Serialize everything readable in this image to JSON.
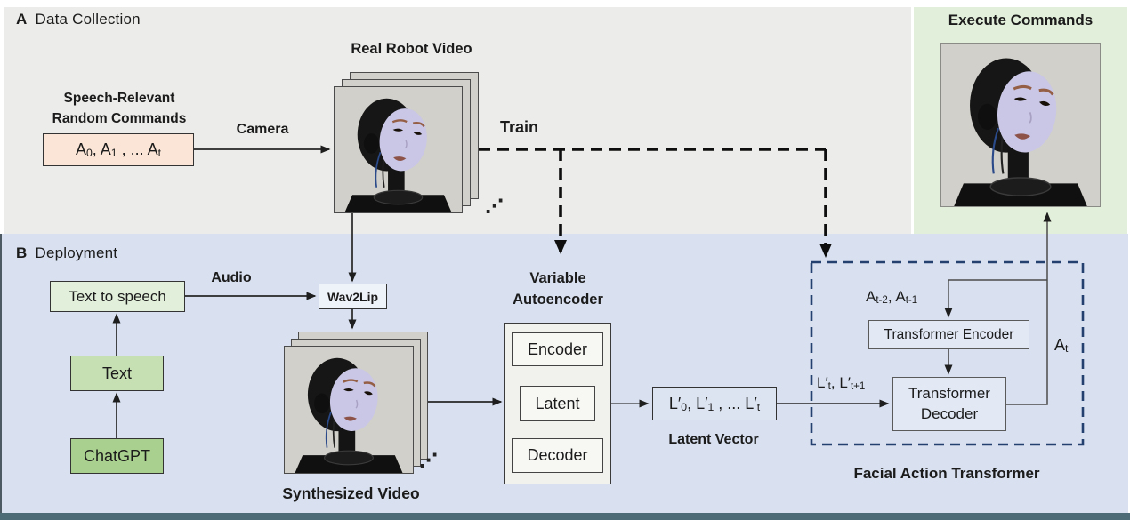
{
  "colors": {
    "section_a_bg": "#ececea",
    "section_b_bg": "#d9e1f1",
    "execute_panel_bg": "#e2efda",
    "commands_box_bg": "#fbe5d6",
    "tts_box_bg": "#e2efda",
    "text_box_bg": "#c6e0b4",
    "chatgpt_box_bg": "#a9d08e",
    "vae_box_bg": "#f1f1ee",
    "transformer_box_bg": "#e2e9f5",
    "fat_dashed_border": "#24406e",
    "bottom_bar": "#4d6b76",
    "robot_face": "#c9c7e5"
  },
  "section_a": {
    "tag": "A",
    "title": "Data Collection",
    "commands_label_line1": "Speech-Relevant",
    "commands_label_line2": "Random Commands",
    "commands_box_segments": [
      {
        "t": "A"
      },
      {
        "t": "0",
        "sub": true
      },
      {
        "t": ", A"
      },
      {
        "t": "1",
        "sub": true
      },
      {
        "t": " , ... A"
      },
      {
        "t": "t",
        "sub": true
      }
    ],
    "camera_label": "Camera",
    "video_label": "Real Robot Video",
    "train_label": "Train",
    "dots": "⋰"
  },
  "execute_panel": {
    "title": "Execute Commands"
  },
  "section_b": {
    "tag": "B",
    "title": "Deployment",
    "tts_label": "Text to speech",
    "audio_label": "Audio",
    "text_label": "Text",
    "chatgpt_label": "ChatGPT",
    "wav2lip_label": "Wav2Lip",
    "synth_video_label": "Synthesized Video",
    "dots": "⋰",
    "vae": {
      "title_line1": "Variable",
      "title_line2": "Autoencoder",
      "encoder": "Encoder",
      "latent": "Latent",
      "decoder": "Decoder"
    },
    "latent_box_segments": [
      {
        "t": "L′"
      },
      {
        "t": "0",
        "sub": true
      },
      {
        "t": ", L′"
      },
      {
        "t": "1",
        "sub": true
      },
      {
        "t": " , ... L′"
      },
      {
        "t": "t",
        "sub": true
      }
    ],
    "latent_vector_label": "Latent Vector",
    "lt_segments": [
      {
        "t": "L′"
      },
      {
        "t": "t",
        "sub": true
      },
      {
        "t": ", L′"
      },
      {
        "t": "t+1",
        "sub": true
      }
    ],
    "fat": {
      "title": "Facial Action Transformer",
      "a_prev_segments": [
        {
          "t": "A"
        },
        {
          "t": "t-2",
          "sub": true
        },
        {
          "t": ", A"
        },
        {
          "t": "t-1",
          "sub": true
        }
      ],
      "encoder": "Transformer Encoder",
      "decoder": "Transformer Decoder",
      "a_t_segments": [
        {
          "t": "A"
        },
        {
          "t": "t",
          "sub": true
        }
      ]
    }
  }
}
